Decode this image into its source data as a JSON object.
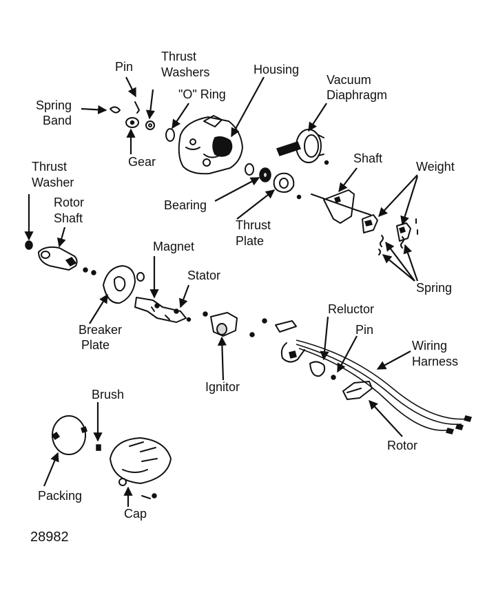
{
  "labels": {
    "pin_top": "Pin",
    "thrust_washers_1": "Thrust",
    "thrust_washers_2": "Washers",
    "housing": "Housing",
    "vacuum_1": "Vacuum",
    "vacuum_2": "Diaphragm",
    "spring_band_1": "Spring",
    "spring_band_2": "Band",
    "o_ring": "\"O\" Ring",
    "gear": "Gear",
    "shaft": "Shaft",
    "weight": "Weight",
    "thrust_washer_1": "Thrust",
    "thrust_washer_2": "Washer",
    "bearing": "Bearing",
    "rotor_shaft_1": "Rotor",
    "rotor_shaft_2": "Shaft",
    "thrust_plate_1": "Thrust",
    "thrust_plate_2": "Plate",
    "magnet": "Magnet",
    "stator": "Stator",
    "spring": "Spring",
    "breaker_plate_1": "Breaker",
    "breaker_plate_2": "Plate",
    "reluctor": "Reluctor",
    "pin_mid": "Pin",
    "wiring_1": "Wiring",
    "wiring_2": "Harness",
    "ignitor": "Ignitor",
    "brush": "Brush",
    "rotor": "Rotor",
    "packing": "Packing",
    "cap": "Cap"
  },
  "figure_number": "28982"
}
